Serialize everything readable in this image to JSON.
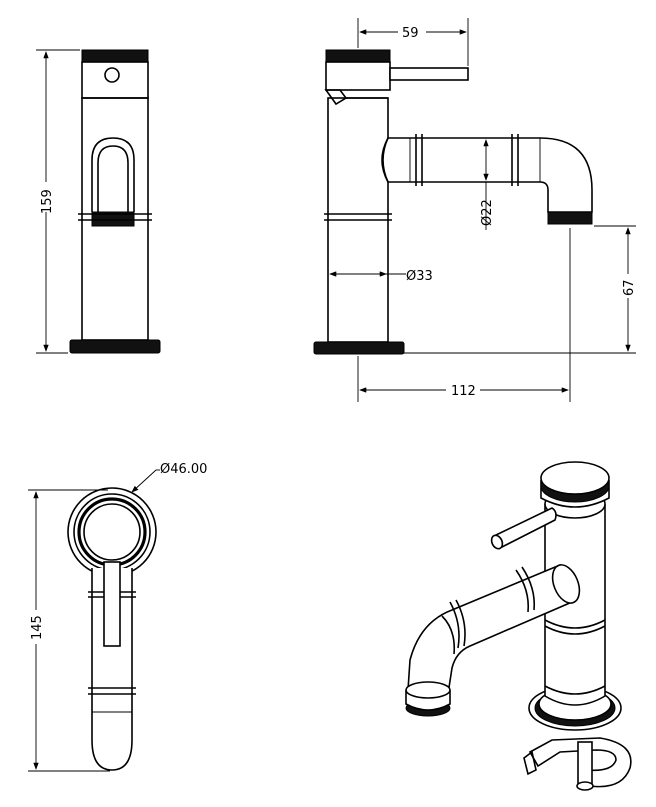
{
  "dimensions": {
    "front_height": "159",
    "spout_reach": "59",
    "pipe_diameter": "Ø22",
    "body_diameter": "Ø33",
    "outlet_height": "67",
    "total_projection": "112",
    "base_diameter": "Ø46.00",
    "plan_length": "145"
  }
}
